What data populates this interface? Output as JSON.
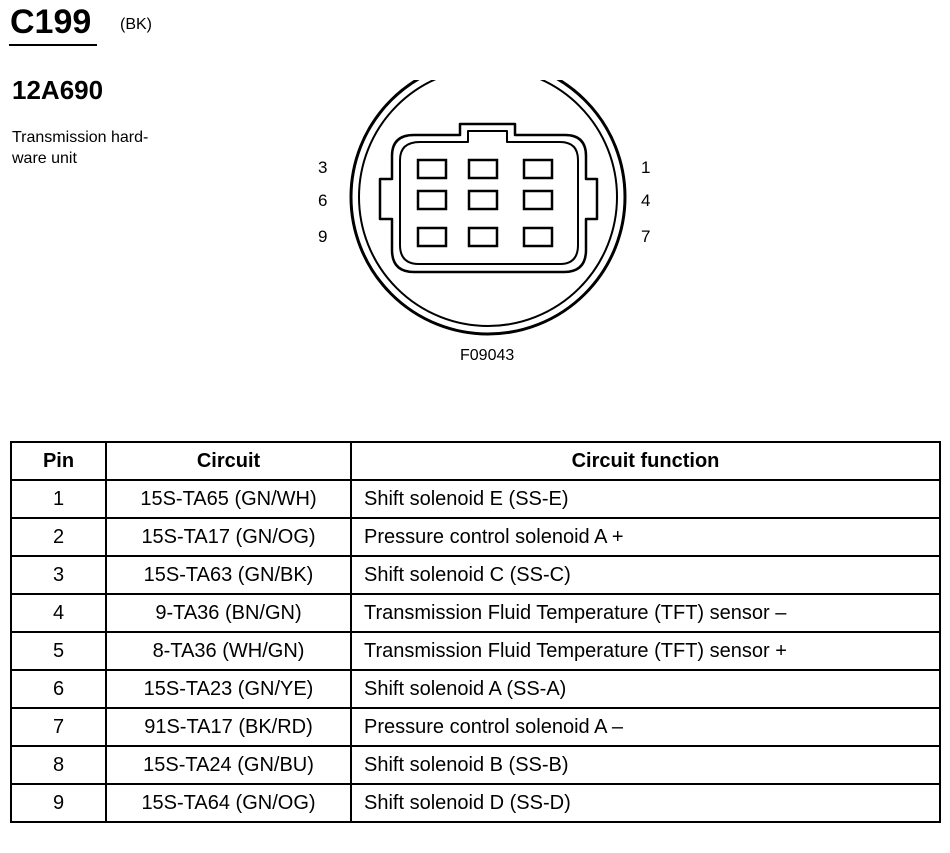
{
  "header": {
    "connector_id": "C199",
    "connector_color": "(BK)",
    "part_number": "12A690",
    "description": "Transmission hard-ware unit"
  },
  "diagram": {
    "pin_labels_left": [
      "3",
      "6",
      "9"
    ],
    "pin_labels_right": [
      "1",
      "4",
      "7"
    ],
    "figure_code": "F09043"
  },
  "table": {
    "headers": [
      "Pin",
      "Circuit",
      "Circuit function"
    ],
    "rows": [
      {
        "pin": "1",
        "circuit": "15S-TA65 (GN/WH)",
        "function": "Shift solenoid E (SS-E)"
      },
      {
        "pin": "2",
        "circuit": "15S-TA17 (GN/OG)",
        "function": "Pressure control solenoid A +"
      },
      {
        "pin": "3",
        "circuit": "15S-TA63 (GN/BK)",
        "function": "Shift solenoid C (SS-C)"
      },
      {
        "pin": "4",
        "circuit": "9-TA36 (BN/GN)",
        "function": "Transmission Fluid Temperature (TFT) sensor –"
      },
      {
        "pin": "5",
        "circuit": "8-TA36 (WH/GN)",
        "function": "Transmission Fluid Temperature (TFT) sensor +"
      },
      {
        "pin": "6",
        "circuit": "15S-TA23 (GN/YE)",
        "function": "Shift solenoid A (SS-A)"
      },
      {
        "pin": "7",
        "circuit": "91S-TA17 (BK/RD)",
        "function": "Pressure control solenoid A –"
      },
      {
        "pin": "8",
        "circuit": "15S-TA24 (GN/BU)",
        "function": "Shift solenoid B (SS-B)"
      },
      {
        "pin": "9",
        "circuit": "15S-TA64 (GN/OG)",
        "function": "Shift solenoid D (SS-D)"
      }
    ]
  }
}
